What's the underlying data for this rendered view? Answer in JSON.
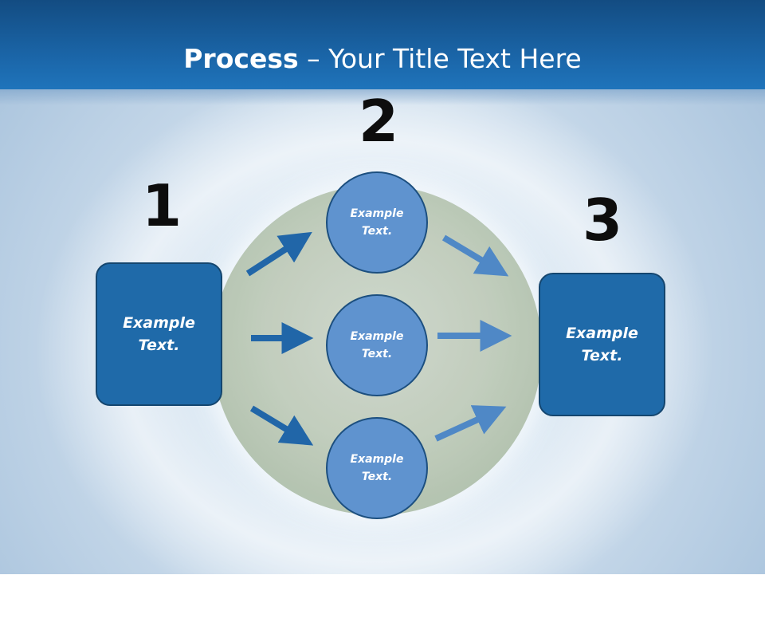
{
  "title": {
    "bold": "Process",
    "rest": " – Your Title Text Here"
  },
  "steps": {
    "one": "1",
    "two": "2",
    "three": "3"
  },
  "box_left": {
    "line1": "Example",
    "line2": "Text."
  },
  "box_right": {
    "line1": "Example",
    "line2": "Text."
  },
  "circles": [
    {
      "line1": "Example",
      "line2": "Text."
    },
    {
      "line1": "Example",
      "line2": "Text."
    },
    {
      "line1": "Example",
      "line2": "Text."
    }
  ],
  "colors": {
    "header": "#1a64a6",
    "box": "#1f6aa9",
    "circle": "#5f93cf",
    "arrow_dark": "#2166a8",
    "arrow_light": "#4f88c6"
  }
}
